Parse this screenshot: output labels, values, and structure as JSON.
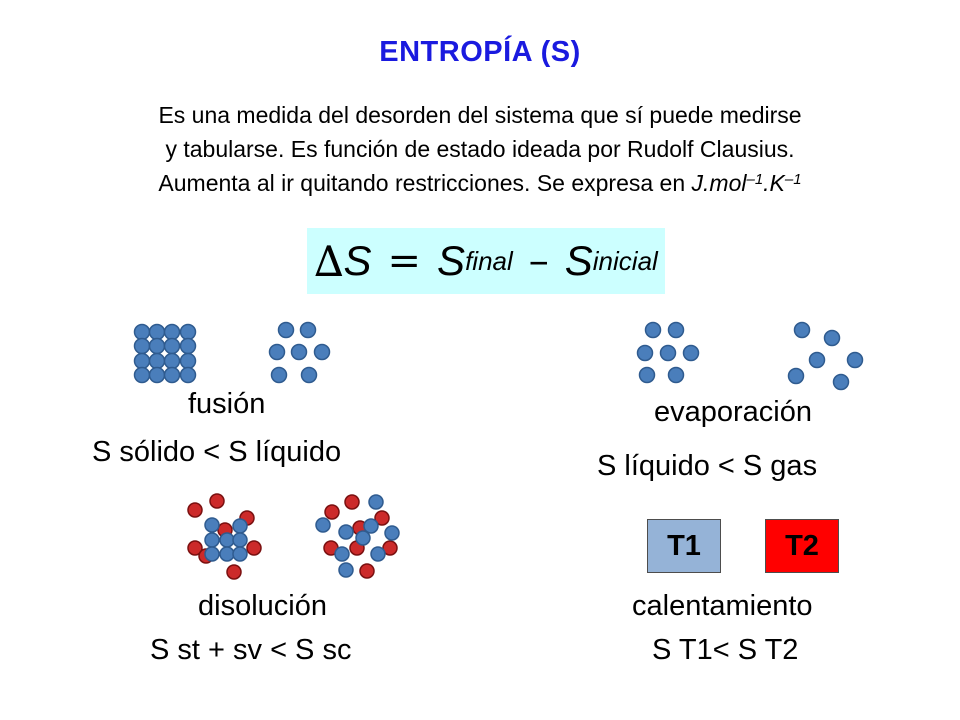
{
  "title": "ENTROPÍA (S)",
  "intro": {
    "line1": "Es una medida del desorden del sistema que sí puede medirse",
    "line2": "y tabularse. Es función de estado ideada por Rudolf Clausius.",
    "line3_prefix": "Aumenta al ir quitando restricciones. Se expresa en ",
    "unit_j_mol": "J.mol",
    "unit_exp_mol": "–1",
    "unit_k": ".K",
    "unit_exp_k": "–1"
  },
  "formula": {
    "delta": "∆",
    "s": "S",
    "equals": "=",
    "final_sub": "final",
    "minus": "–",
    "initial_sub": "inicial"
  },
  "examples": {
    "fusion": {
      "name": "fusión",
      "relation": "S sólido < S líquido"
    },
    "evaporation": {
      "name": "evaporación",
      "relation": "S líquido < S gas"
    },
    "dissolution": {
      "name": "disolución",
      "relation": "S st + sv < S sc"
    },
    "heating": {
      "name": "calentamiento",
      "relation": "S T1< S T2",
      "t1": {
        "label": "T1",
        "color": "#95b3d7"
      },
      "t2": {
        "label": "T2",
        "color": "#ff0000"
      }
    }
  },
  "colors": {
    "title": "#1a1adf",
    "formula_bg": "#ccffff",
    "particle_blue": "#4a7ebb",
    "particle_red": "#cc2a2a"
  }
}
